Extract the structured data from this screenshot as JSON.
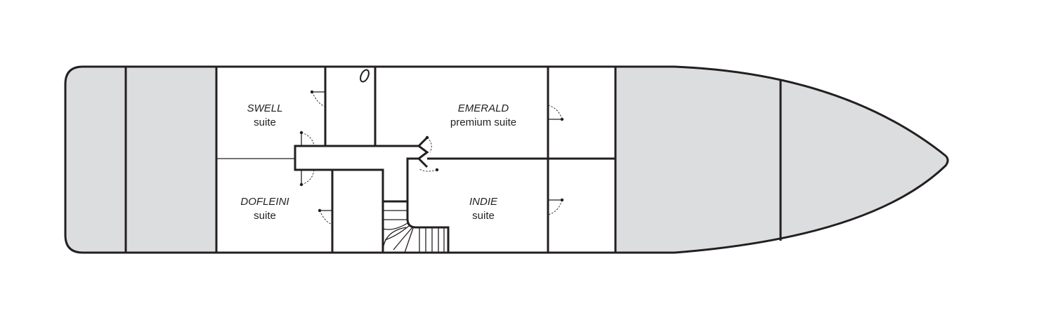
{
  "colors": {
    "wall": "#231f20",
    "unassigned_area": "#dcdddf",
    "cabin_fill": "#ffffff"
  },
  "cabins": [
    {
      "id": "swell",
      "name": "SWELL",
      "type": "suite"
    },
    {
      "id": "emerald",
      "name": "EMERALD",
      "type": "premium suite"
    },
    {
      "id": "dofleini",
      "name": "DOFLEINI",
      "type": "suite"
    },
    {
      "id": "indie",
      "name": "INDIE",
      "type": "suite"
    }
  ]
}
